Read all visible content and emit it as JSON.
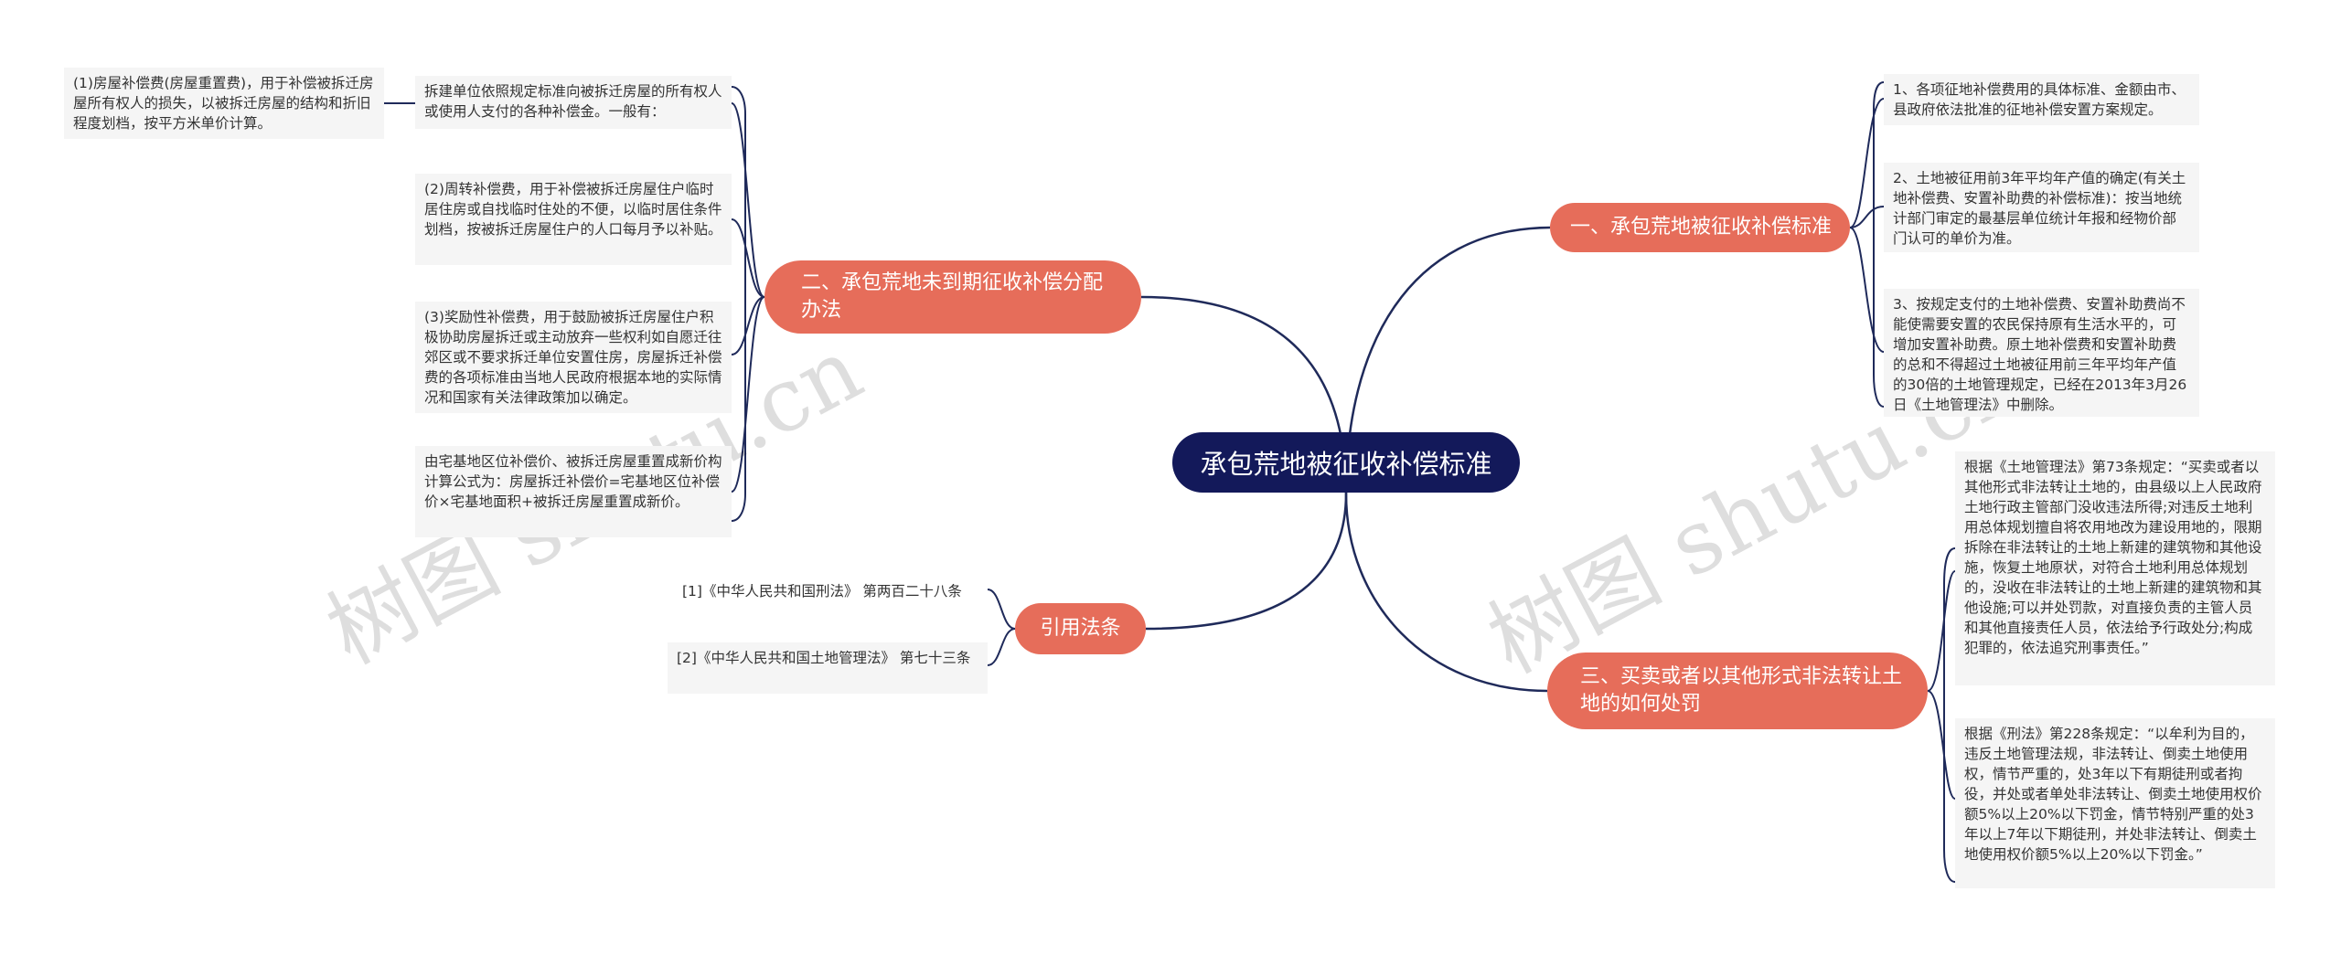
{
  "root": {
    "title": "承包荒地被征收补偿标准"
  },
  "branches": {
    "b1": {
      "label": "一、承包荒地被征收补偿标准",
      "leaves": [
        "1、各项征地补偿费用的具体标准、金额由市、县政府依法批准的征地补偿安置方案规定。",
        "2、土地被征用前3年平均年产值的确定(有关土地补偿费、安置补助费的补偿标准)：按当地统计部门审定的最基层单位统计年报和经物价部门认可的单价为准。",
        "3、按规定支付的土地补偿费、安置补助费尚不能使需要安置的农民保持原有生活水平的，可增加安置补助费。原土地补偿费和安置补助费的总和不得超过土地被征用前三年平均年产值的30倍的土地管理规定，已经在2013年3月26日《土地管理法》中删除。"
      ]
    },
    "b2": {
      "label": "二、承包荒地未到期征收补偿分配办法",
      "leaves": [
        "拆建单位依照规定标准向被拆迁房屋的所有权人或使用人支付的各种补偿金。一般有：",
        "(2)周转补偿费，用于补偿被拆迁房屋住户临时居住房或自找临时住处的不便，以临时居住条件划档，按被拆迁房屋住户的人口每月予以补贴。",
        "(3)奖励性补偿费，用于鼓励被拆迁房屋住户积极协助房屋拆迁或主动放弃一些权利如自愿迁往郊区或不要求拆迁单位安置住房，房屋拆迁补偿费的各项标准由当地人民政府根据本地的实际情况和国家有关法律政策加以确定。",
        "由宅基地区位补偿价、被拆迁房屋重置成新价构计算公式为：房屋拆迁补偿价=宅基地区位补偿价×宅基地面积+被拆迁房屋重置成新价。"
      ],
      "subleaf": "(1)房屋补偿费(房屋重置费)，用于补偿被拆迁房屋所有权人的损失，以被拆迁房屋的结构和折旧程度划档，按平方米单价计算。"
    },
    "b3": {
      "label": "三、买卖或者以其他形式非法转让土地的如何处罚",
      "leaves": [
        "根据《土地管理法》第73条规定：“买卖或者以其他形式非法转让土地的，由县级以上人民政府土地行政主管部门没收违法所得;对违反土地利用总体规划擅自将农用地改为建设用地的，限期拆除在非法转让的土地上新建的建筑物和其他设施，恢复土地原状，对符合土地利用总体规划的，没收在非法转让的土地上新建的建筑物和其他设施;可以并处罚款，对直接负责的主管人员和其他直接责任人员，依法给予行政处分;构成犯罪的，依法追究刑事责任。”",
        "根据《刑法》第228条规定：“以牟利为目的，违反土地管理法规，非法转让、倒卖土地使用权，情节严重的，处3年以下有期徒刑或者拘役，并处或者单处非法转让、倒卖土地使用权价额5%以上20%以下罚金，情节特别严重的处3年以上7年以下期徒刑，并处非法转让、倒卖土地使用权价额5%以上20%以下罚金。”"
      ]
    },
    "b4": {
      "label": "引用法条",
      "leaves": [
        "[1]《中华人民共和国刑法》 第两百二十八条",
        "[2]《中华人民共和国土地管理法》 第七十三条"
      ]
    }
  },
  "watermark": [
    "树图 shutu.cn",
    "树图 shutu.cn"
  ],
  "colors": {
    "root": "#13195a",
    "branch": "#e66d5a",
    "line": "#1f2a5a",
    "leaf_bg": "#f5f5f5"
  }
}
